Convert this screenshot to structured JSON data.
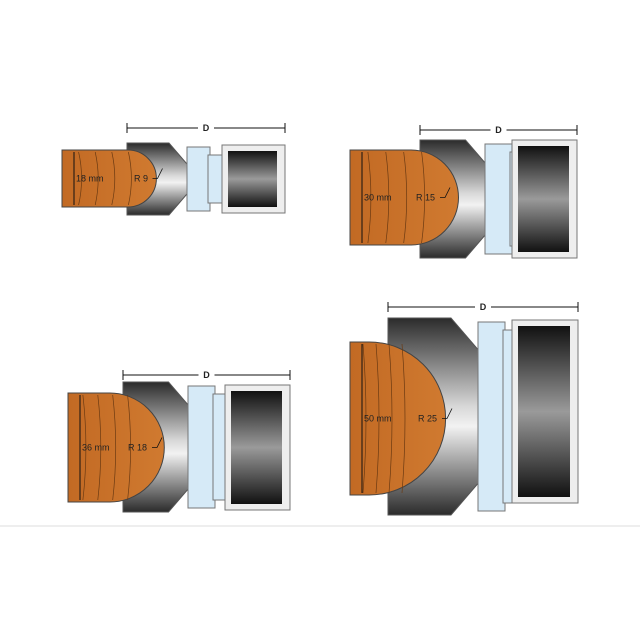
{
  "colors": {
    "wood": "#c8732a",
    "wood_line": "#6b3a12",
    "bearing": "#d6eaf7",
    "cutter_dark": "#333",
    "outline": "#555"
  },
  "panels": [
    {
      "thickness_label": "18 mm",
      "radius_label": "R 9",
      "dimension_label": "D"
    },
    {
      "thickness_label": "30 mm",
      "radius_label": "R 15",
      "dimension_label": "D"
    },
    {
      "thickness_label": "36 mm",
      "radius_label": "R 18",
      "dimension_label": "D"
    },
    {
      "thickness_label": "50 mm",
      "radius_label": "R 25",
      "dimension_label": "D"
    }
  ]
}
